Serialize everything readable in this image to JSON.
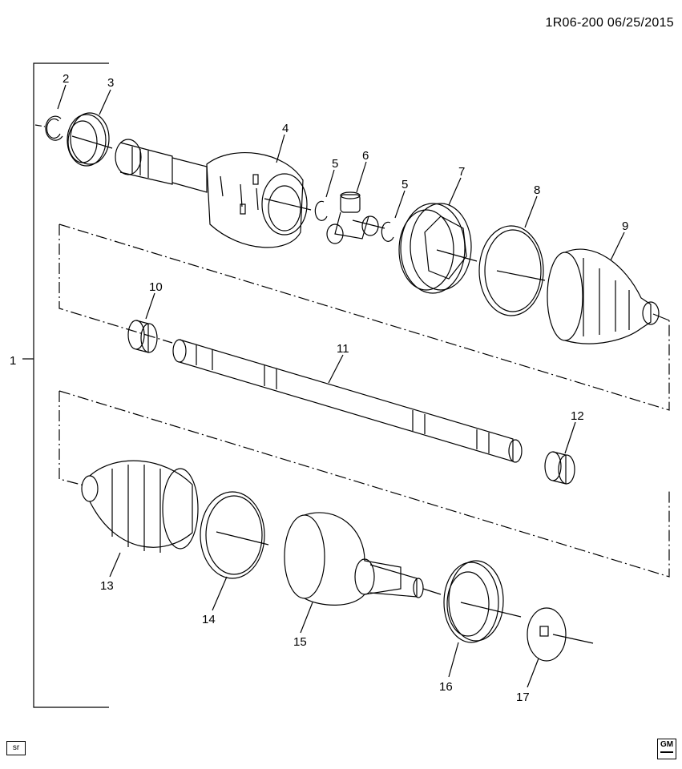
{
  "header": {
    "diagram_code": "1R06-200  06/25/2015"
  },
  "footer": {
    "badge_text": "sr",
    "logo": "gm-logo-icon",
    "logo_text": "GM"
  },
  "callouts": {
    "c1": "1",
    "c2": "2",
    "c3": "3",
    "c4": "4",
    "c5a": "5",
    "c5b": "5",
    "c6": "6",
    "c7": "7",
    "c8": "8",
    "c9": "9",
    "c10": "10",
    "c11": "11",
    "c12": "12",
    "c13": "13",
    "c14": "14",
    "c15": "15",
    "c16": "16",
    "c17": "17"
  },
  "colors": {
    "line": "#000000",
    "background": "#ffffff"
  }
}
